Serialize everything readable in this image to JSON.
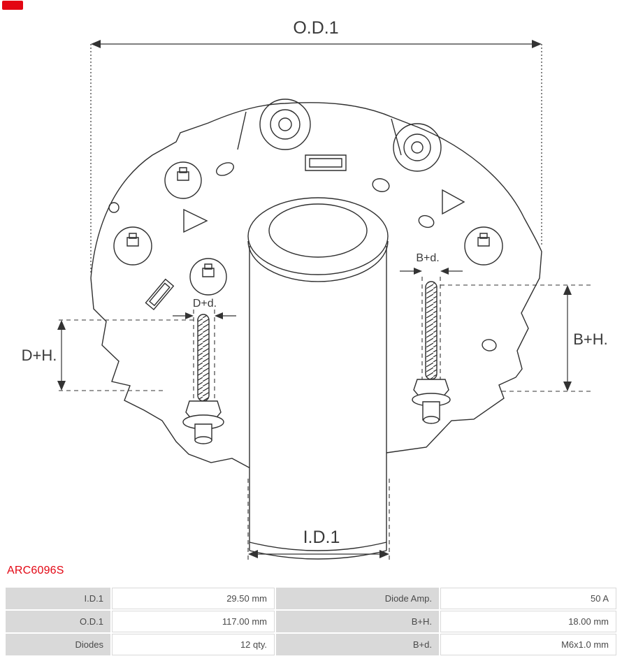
{
  "colors": {
    "accent_red": "#e30613",
    "table_label_bg": "#d9d9d9",
    "line": "#2f2f2f"
  },
  "part_number": "ARC6096S",
  "diagram": {
    "od1_label": "O.D.1",
    "id1_label": "I.D.1",
    "dh_label": "D+H.",
    "bh_label": "B+H.",
    "dd_label": "D+d.",
    "bd_label": "B+d."
  },
  "table": {
    "rows": [
      {
        "cells": [
          "I.D.1",
          "29.50 mm",
          "Diode Amp.",
          "50 A"
        ]
      },
      {
        "cells": [
          "O.D.1",
          "117.00 mm",
          "B+H.",
          "18.00 mm"
        ]
      },
      {
        "cells": [
          "Diodes",
          "12 qty.",
          "B+d.",
          "M6x1.0 mm"
        ]
      }
    ]
  }
}
